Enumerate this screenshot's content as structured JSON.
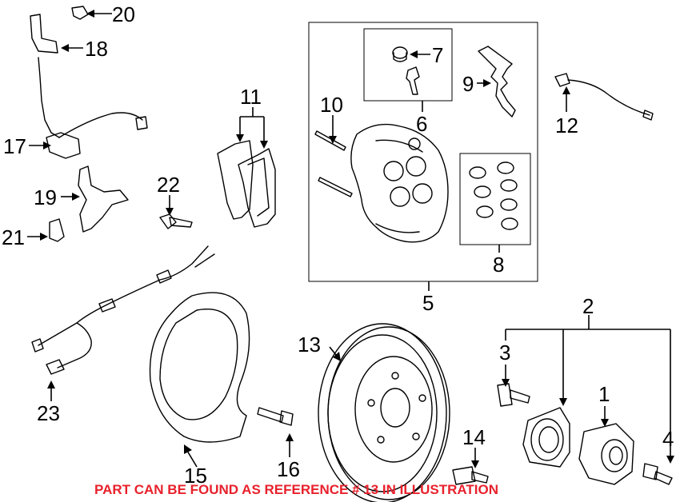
{
  "labels": {
    "l1": "1",
    "l2": "2",
    "l3": "3",
    "l4": "4",
    "l5": "5",
    "l6": "6",
    "l7": "7",
    "l8": "8",
    "l9": "9",
    "l10": "10",
    "l11": "11",
    "l12": "12",
    "l13": "13",
    "l14": "14",
    "l15": "15",
    "l16": "16",
    "l17": "17",
    "l18": "18",
    "l19": "19",
    "l20": "20",
    "l21": "21",
    "l22": "22",
    "l23": "23"
  },
  "note": "PART CAN BE FOUND AS REFERENCE # 13 IN ILLUSTRATION",
  "colors": {
    "note": "#e8212c",
    "line": "#000000",
    "background": "#ffffff"
  }
}
